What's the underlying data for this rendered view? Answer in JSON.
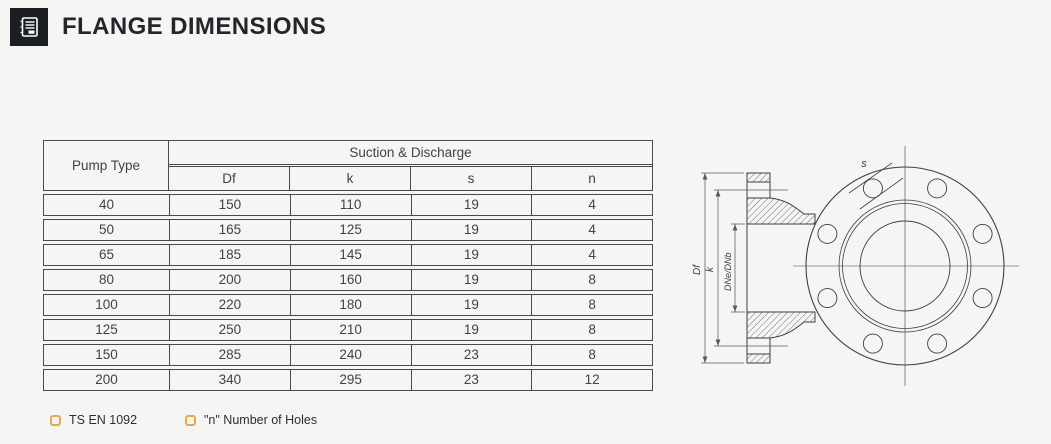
{
  "header": {
    "title": "FLANGE DIMENSIONS",
    "icon": "notebook-icon"
  },
  "table": {
    "pump_type_header": "Pump Type",
    "group_header": "Suction & Discharge",
    "columns": [
      "Df",
      "k",
      "s",
      "n"
    ],
    "rows": [
      {
        "pump_type": "40",
        "values": [
          "150",
          "110",
          "19",
          "4"
        ]
      },
      {
        "pump_type": "50",
        "values": [
          "165",
          "125",
          "19",
          "4"
        ]
      },
      {
        "pump_type": "65",
        "values": [
          "185",
          "145",
          "19",
          "4"
        ]
      },
      {
        "pump_type": "80",
        "values": [
          "200",
          "160",
          "19",
          "8"
        ]
      },
      {
        "pump_type": "100",
        "values": [
          "220",
          "180",
          "19",
          "8"
        ]
      },
      {
        "pump_type": "125",
        "values": [
          "250",
          "210",
          "19",
          "8"
        ]
      },
      {
        "pump_type": "150",
        "values": [
          "285",
          "240",
          "23",
          "8"
        ]
      },
      {
        "pump_type": "200",
        "values": [
          "340",
          "295",
          "23",
          "12"
        ]
      }
    ]
  },
  "diagram": {
    "labels": {
      "df": "Df",
      "k": "k",
      "dne_dnb": "DNe/DNb",
      "s": "s"
    },
    "bolt_hole_count": 8
  },
  "footnotes": [
    {
      "label": "TS EN 1092"
    },
    {
      "label": "\"n\" Number of Holes"
    }
  ],
  "colors": {
    "background": "#f5f5f3",
    "icon_background": "#1b1f24",
    "ink": "#22262c",
    "table_line": "#4a4a4a",
    "drawing_line": "#3b4046",
    "accent_orange": "#eaa64f"
  }
}
